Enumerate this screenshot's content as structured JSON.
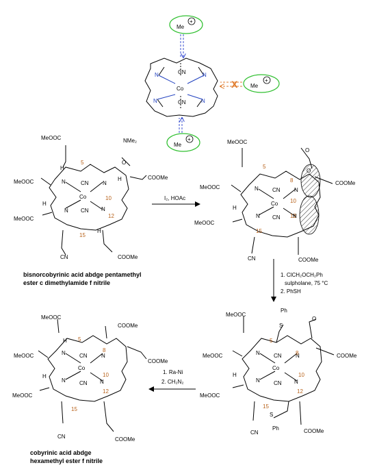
{
  "top_scheme": {
    "metal": "Co",
    "ligand": "CN",
    "nitrogen": "N",
    "electrophile": "Me",
    "plus": "+",
    "blocked_mark": "X",
    "colors": {
      "nitrogen": "#1f3fbf",
      "ellipse": "#2fbf2f",
      "arrow_blue": "#3a4fd0",
      "arrow_orange": "#e07a2a"
    }
  },
  "reagents": {
    "step1": "I₂, HOAc",
    "step2_line1": "1. ClCH₂OCH₂Ph",
    "step2_line2": "sulpholane, 75 °C",
    "step2_line3": "2. PhSH",
    "step3_line1": "1. Ra-Ni",
    "step3_line2": "2. CH₂N₂"
  },
  "labels": {
    "meooc": "MeOOC",
    "coome": "COOMe",
    "cn": "CN",
    "nme2": "NMe₂",
    "ph": "Ph",
    "s": "S",
    "h": "H",
    "o": "O",
    "n": "N",
    "co": "Co"
  },
  "positions": {
    "c5": "5",
    "c8": "8",
    "c10": "10",
    "c12": "12",
    "c15": "15"
  },
  "captions": {
    "start_line1": "bisnorcobyrinic acid abdge pentamethyl",
    "start_line2": "ester c dimethylamide f nitrile",
    "final_line1": "cobyrinic acid abdge",
    "final_line2": "hexamethyl ester f nitrile"
  }
}
